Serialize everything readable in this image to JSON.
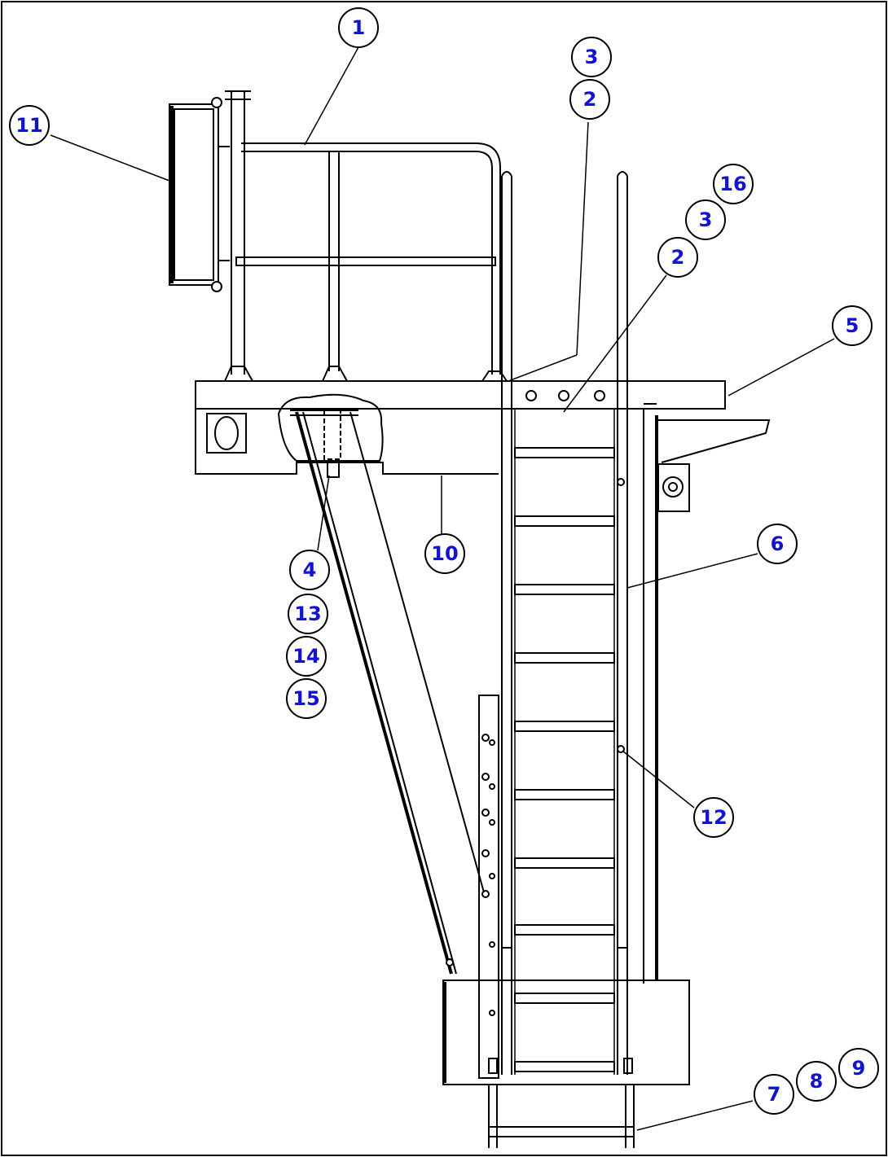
{
  "colors": {
    "line": "#000000",
    "callout_text": "#1010e0",
    "callout_fill": "#ffffff",
    "background": "#ffffff"
  },
  "callouts": [
    {
      "id": "c1",
      "label": "1"
    },
    {
      "id": "c11",
      "label": "11"
    },
    {
      "id": "c3a",
      "label": "3"
    },
    {
      "id": "c2a",
      "label": "2"
    },
    {
      "id": "c16",
      "label": "16"
    },
    {
      "id": "c3b",
      "label": "3"
    },
    {
      "id": "c2b",
      "label": "2"
    },
    {
      "id": "c5",
      "label": "5"
    },
    {
      "id": "c6",
      "label": "6"
    },
    {
      "id": "c10",
      "label": "10"
    },
    {
      "id": "c4",
      "label": "4"
    },
    {
      "id": "c13",
      "label": "13"
    },
    {
      "id": "c14",
      "label": "14"
    },
    {
      "id": "c15",
      "label": "15"
    },
    {
      "id": "c12",
      "label": "12"
    },
    {
      "id": "c7",
      "label": "7"
    },
    {
      "id": "c8",
      "label": "8"
    },
    {
      "id": "c9",
      "label": "9"
    }
  ]
}
